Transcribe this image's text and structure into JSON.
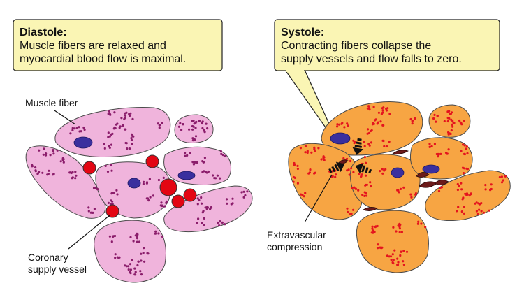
{
  "diastole": {
    "title": "Diastole:",
    "line1": "Muscle fibers are relaxed and",
    "line2": "myocardial blood flow is maximal.",
    "labels": {
      "muscle_fiber": "Muscle fiber",
      "vessel_line1": "Coronary",
      "vessel_line2": "supply vessel"
    }
  },
  "systole": {
    "title": "Systole:",
    "line1": "Contracting fibers collapse the",
    "line2": "supply vessels and flow falls to zero.",
    "labels": {
      "compression_line1": "Extravascular",
      "compression_line2": "compression"
    }
  },
  "colors": {
    "callout_fill": "#faf5b4",
    "diastole_fiber": "#f0b4dc",
    "diastole_dots": "#8b1d6b",
    "systole_fiber": "#f7a543",
    "systole_dots": "#e4141e",
    "nucleus": "#3a2f9e",
    "vessel_open": "#e30613",
    "vessel_collapsed": "#6b1a1a"
  }
}
